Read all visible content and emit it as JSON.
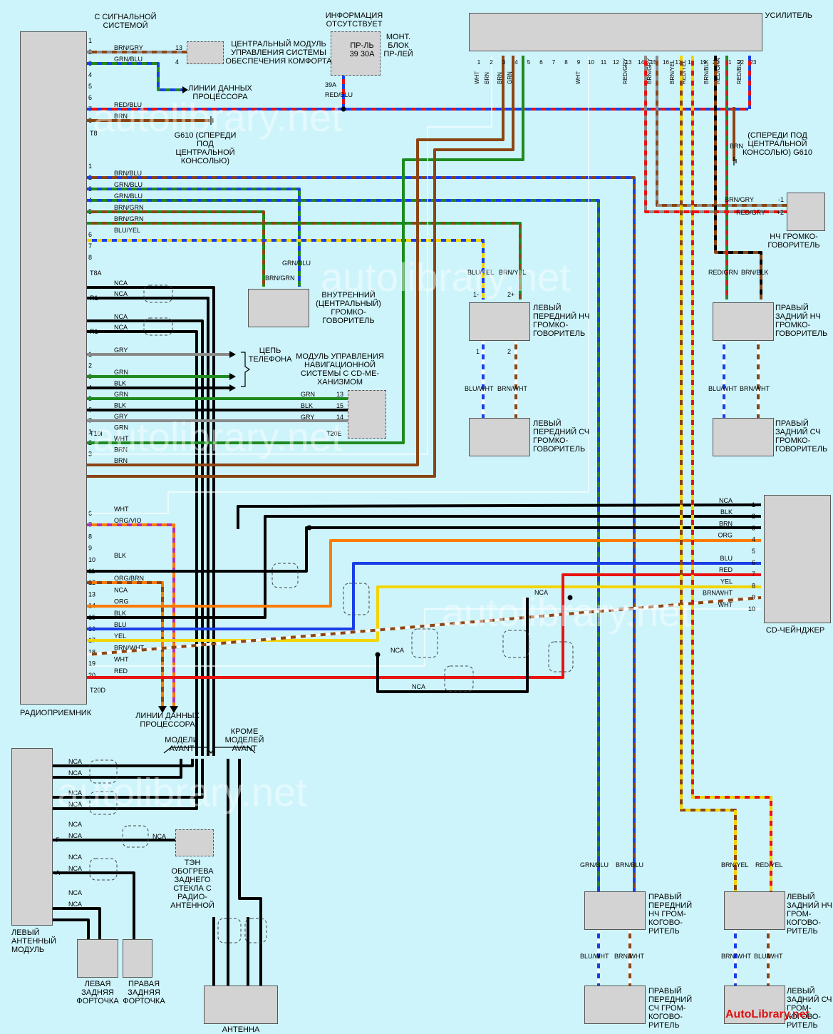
{
  "components": {
    "radio": "РАДИОПРИЕМНИК",
    "amplifier": "УСИЛИТЕЛЬ",
    "comfort_module": "ЦЕНТРАЛЬНЫЙ МОДУЛЬ УПРАВЛЕНИЯ СИСТЕМЫ ОБЕСПЕЧЕНИЯ КОМФОРТА",
    "signal_system": "С СИГНАЛЬНОЙ СИСТЕМОЙ",
    "info_missing": "ИНФОРМАЦИЯ ОТСУТСТВУЕТ",
    "relay_block": "МОНТ. БЛОК ПР-ЛЕЙ",
    "relay_text": "ПР-ЛЬ 39 30A",
    "data_lines_1": "ЛИНИИ ДАННЫХ ПРОЦЕССОРА",
    "data_lines_2": "ЛИНИИ ДАННЫХ ПРОЦЕССОРА",
    "ground_1": "G610 (СПЕРЕДИ ПОД ЦЕНТРАЛЬНОЙ КОНСОЛЬЮ)",
    "ground_2": "(СПЕРЕДИ ПОД ЦЕНТРАЛЬНОЙ КОНСОЛЬЮ) G610",
    "subwoofer": "НЧ ГРОМКО-ГОВОРИТЕЛЬ",
    "center_speaker": "ВНУТРЕННИЙ (ЦЕНТРАЛЬНЫЙ) ГРОМКО-ГОВОРИТЕЛЬ",
    "lf_bass": "ЛЕВЫЙ ПЕРЕДНИЙ НЧ ГРОМКО-ГОВОРИТЕЛЬ",
    "lf_mid": "ЛЕВЫЙ ПЕРЕДНИЙ СЧ ГРОМКО-ГОВОРИТЕЛЬ",
    "rr_bass": "ПРАВЫЙ ЗАДНИЙ НЧ ГРОМКО-ГОВОРИТЕЛЬ",
    "rr_mid": "ПРАВЫЙ ЗАДНИЙ СЧ ГРОМКО-ГОВОРИТЕЛЬ",
    "phone": "ЦЕПЬ ТЕЛЕФОНА",
    "nav": "МОДУЛЬ УПРАВЛЕНИЯ НАВИГАЦИОННОЙ СИСТЕМЫ С CD-МЕ-ХАНИЗМОМ",
    "changer": "CD-ЧЕЙНДЖЕР",
    "avant": "МОДЕЛИ AVANT",
    "non_avant": "КРОМЕ МОДЕЛЕЙ AVANT",
    "antenna_module": "ЛЕВЫЙ АНТЕННЫЙ МОДУЛЬ",
    "heater": "ТЭН ОБОГРЕВА ЗАДНЕГО СТЕКЛА С РАДИО-АНТЕННОЙ",
    "left_window": "ЛЕВАЯ ЗАДНЯЯ ФОРТОЧКА",
    "right_window": "ПРАВАЯ ЗАДНЯЯ ФОРТОЧКА",
    "antenna": "АНТЕННА",
    "rf_bass": "ПРАВЫЙ ПЕРЕДНИЙ НЧ ГРОМ-КОГОВО-РИТЕЛЬ",
    "rf_mid": "ПРАВЫЙ ПЕРЕДНИЙ СЧ ГРОМ-КОГОВО-РИТЕЛЬ",
    "lr_bass": "ЛЕВЫЙ ЗАДНИЙ НЧ ГРОМ-КОГОВО-РИТЕЛЬ",
    "lr_mid": "ЛЕВЫЙ ЗАДНИЙ СЧ ГРОМ-КОГОВО-РИТЕЛЬ"
  },
  "connectors": {
    "t8": "T8",
    "t8a": "T8A",
    "t10": "T10l",
    "t20d": "T20D",
    "t20e": "T20E"
  },
  "wires": {
    "t8_rows": [
      {
        "pin": "1",
        "label": ""
      },
      {
        "pin": "2",
        "label": "BRN/GRY"
      },
      {
        "pin": "3",
        "label": "GRN/BLU"
      },
      {
        "pin": "4",
        "label": ""
      },
      {
        "pin": "5",
        "label": ""
      },
      {
        "pin": "6",
        "label": ""
      },
      {
        "pin": "7",
        "label": "RED/BLU"
      },
      {
        "pin": "8",
        "label": "BRN"
      }
    ],
    "t8a_rows": [
      {
        "pin": "1",
        "label": ""
      },
      {
        "pin": "2",
        "label": "BRN/BLU"
      },
      {
        "pin": "3",
        "label": "GRN/BLU"
      },
      {
        "pin": "4",
        "label": "GRN/BLU"
      },
      {
        "pin": "5",
        "label": "BRN/GRN"
      },
      {
        "pin": "",
        "label": "BRN/GRN"
      },
      {
        "pin": "6",
        "label": "BLU/YEL"
      },
      {
        "pin": "7",
        "label": ""
      },
      {
        "pin": "8",
        "label": ""
      }
    ],
    "antenna_rows": [
      {
        "pin": "",
        "label": "NCA"
      },
      {
        "pin": "R1",
        "label": "NCA"
      },
      {
        "pin": "",
        "label": "NCA"
      },
      {
        "pin": "R1",
        "label": "NCA"
      }
    ],
    "t10_rows": [
      {
        "pin": "1",
        "label": "GRY"
      },
      {
        "pin": "2",
        "label": ""
      },
      {
        "pin": "3",
        "label": "GRN"
      },
      {
        "pin": "4",
        "label": "BLK"
      },
      {
        "pin": "5",
        "label": "GRN"
      },
      {
        "pin": "6",
        "label": "BLK"
      },
      {
        "pin": "7",
        "label": "GRY"
      },
      {
        "pin": "1",
        "label": "GRN"
      },
      {
        "pin": "2",
        "label": "WHT"
      },
      {
        "pin": "3",
        "label": "BRN"
      },
      {
        "pin": "",
        "label": "BRN"
      }
    ],
    "t20d_rows": [
      {
        "pin": "6",
        "label": "WHT"
      },
      {
        "pin": "7",
        "label": "ORG/VIO"
      },
      {
        "pin": "8",
        "label": ""
      },
      {
        "pin": "9",
        "label": ""
      },
      {
        "pin": "10",
        "label": "BLK"
      },
      {
        "pin": "11",
        "label": ""
      },
      {
        "pin": "12",
        "label": "ORG/BRN"
      },
      {
        "pin": "13",
        "label": "NCA"
      },
      {
        "pin": "14",
        "label": "ORG"
      },
      {
        "pin": "15",
        "label": "BLK"
      },
      {
        "pin": "16",
        "label": "BLU"
      },
      {
        "pin": "17",
        "label": "YEL"
      },
      {
        "pin": "18",
        "label": "BRN/WHT"
      },
      {
        "pin": "19",
        "label": "WHT"
      },
      {
        "pin": "20",
        "label": "RED"
      }
    ],
    "changer_rows": [
      {
        "pin": "1",
        "label": "NCA"
      },
      {
        "pin": "2",
        "label": "BLK"
      },
      {
        "pin": "3",
        "label": "BRN"
      },
      {
        "pin": "4",
        "label": "ORG"
      },
      {
        "pin": "5",
        "label": ""
      },
      {
        "pin": "6",
        "label": "BLU"
      },
      {
        "pin": "7",
        "label": "RED"
      },
      {
        "pin": "8",
        "label": "YEL"
      },
      {
        "pin": "9",
        "label": "BRN/WHT"
      },
      {
        "pin": "10",
        "label": "WHT"
      }
    ],
    "nav_pins": [
      {
        "pin": "13",
        "label": "GRN"
      },
      {
        "pin": "15",
        "label": "BLK"
      },
      {
        "pin": "14",
        "label": "GRY"
      }
    ],
    "amp_pins": [
      "1",
      "2",
      "3",
      "4",
      "5",
      "6",
      "7",
      "8",
      "9",
      "10",
      "11",
      "12",
      "13",
      "14",
      "15",
      "16",
      "17",
      "18",
      "19",
      "20",
      "21",
      "22",
      "23"
    ],
    "amp_wire_labels": [
      "WHT",
      "BRN",
      "BRN",
      "GRN",
      "WHT",
      "RED/GRY",
      "BRN/GRY",
      "BRN/YEL",
      "RED/YEL",
      "BRN/BLK",
      "RED/GRN",
      "RED/BLU"
    ],
    "misc": {
      "comfort_pin_a": "13",
      "comfort_pin_b": "4",
      "fuse_pin": "39A",
      "fuse_wire": "RED/BLU",
      "sub_pin1": "BRN/GRY",
      "sub_pin2": "RED/GRY",
      "sub_n1": "-1",
      "sub_n2": "+2",
      "ground_wire": "BRN",
      "center_w1": "BRN/GRN",
      "center_w2": "GRN/BLU",
      "lf_w1": "BLU/YEL",
      "lf_w2": "BRN/YEL",
      "rr_w1": "RED/GRN",
      "rr_w2": "BRN/BLK",
      "mid_w1": "BLU/WHT",
      "mid_w2": "BRN/WHT",
      "nca": "NCA"
    },
    "antenna_module_rows": [
      {
        "pin": "",
        "label": "NCA"
      },
      {
        "pin": "",
        "label": "NCA"
      },
      {
        "pin": "",
        "label": "NCA"
      },
      {
        "pin": "",
        "label": "NCA"
      },
      {
        "pin": "",
        "label": "NCA"
      },
      {
        "pin": "F",
        "label": "NCA"
      },
      {
        "pin": "",
        "label": "NCA"
      },
      {
        "pin": "A",
        "label": "NCA"
      },
      {
        "pin": "",
        "label": "NCA"
      },
      {
        "pin": "",
        "label": "NCA"
      }
    ],
    "bottom_speaker_labels": [
      "GRN/BLU",
      "BRN/BLU",
      "BRN/YEL",
      "RED/YEL",
      "BLU/WHT",
      "BRN/WHT",
      "BRN/WHT",
      "BLU/WHT"
    ],
    "pin_pm": [
      "1-",
      "2+",
      "1",
      "2"
    ]
  },
  "watermarks": [
    "autolibrary.net",
    "autolibrary.net",
    "autolibrary.net",
    "autolibrary.net",
    "autolibrary.net"
  ],
  "brand": "AutoLibrary.net",
  "colors": {
    "background": "#cdf4fb",
    "box": "#d3d3d3",
    "brn": "#8b4513",
    "grn": "#1f8a1f",
    "blu": "#1a3fe6",
    "red": "#e81212",
    "yel": "#f2d400",
    "org": "#ff7a00",
    "gry": "#8a8a8a",
    "blk": "#000000",
    "wht": "#ffffff",
    "vio": "#b030b0"
  }
}
